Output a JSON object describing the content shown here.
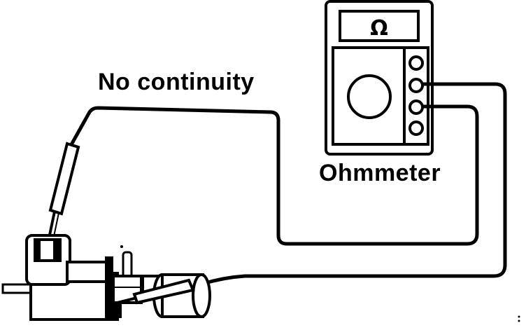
{
  "diagram": {
    "result_label": "No continuity",
    "meter_label": "Ohmmeter",
    "meter_display_symbol": "Ω",
    "icons": [
      "ohmmeter-icon",
      "test-probe-icon",
      "component-icon",
      "connector-icon"
    ],
    "colors": {
      "ink": "#000000",
      "paper": "#ffffff"
    }
  }
}
